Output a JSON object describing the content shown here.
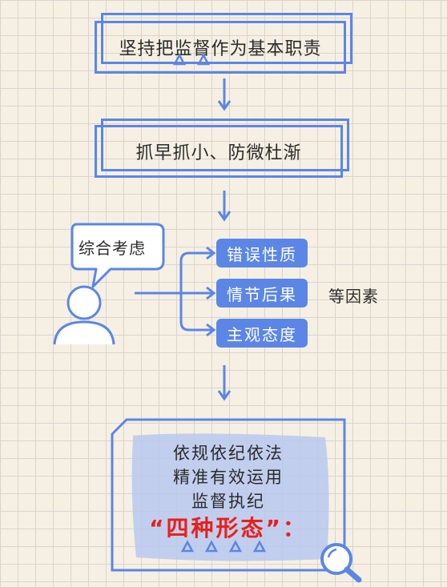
{
  "step1": {
    "text": "坚持把监督作为基本职责"
  },
  "step2": {
    "text": "抓早抓小、防微杜渐"
  },
  "consider": {
    "bubble": "综合考虑",
    "factors": [
      "错误性质",
      "情节后果",
      "主观态度"
    ],
    "others": "等因素"
  },
  "result": {
    "lines": [
      "依规依纪依法",
      "精准有效运用",
      "监督执纪"
    ],
    "emphasis": "“四种形态”："
  },
  "colors": {
    "accent": "#5b86e5",
    "emphasis": "#e8201a",
    "panel_fill": "#b9c8ee",
    "background": "#f6f0e4"
  }
}
